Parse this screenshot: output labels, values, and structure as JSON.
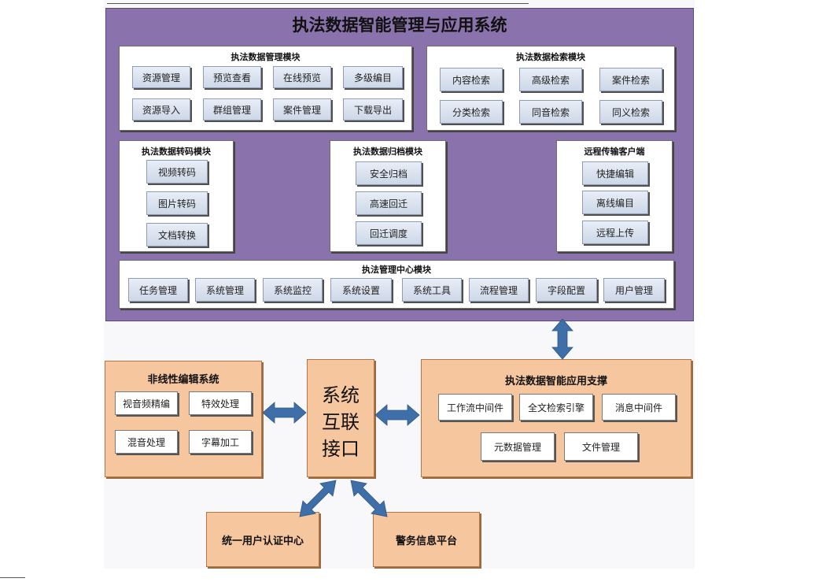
{
  "main_system": {
    "title": "执法数据智能管理与应用系统"
  },
  "modules": {
    "data_mgmt": {
      "title": "执法数据管理模块",
      "items": [
        "资源管理",
        "预览查看",
        "在线预览",
        "多级编目",
        "资源导入",
        "群组管理",
        "案件管理",
        "下载导出"
      ]
    },
    "data_search": {
      "title": "执法数据检索模块",
      "items": [
        "内容检索",
        "高级检索",
        "案件检索",
        "分类检索",
        "同音检索",
        "同义检索"
      ]
    },
    "data_transcode": {
      "title": "执法数据转码模块",
      "items": [
        "视频转码",
        "图片转码",
        "文档转换"
      ]
    },
    "data_archive": {
      "title": "执法数据归档模块",
      "items": [
        "安全归档",
        "高速回迁",
        "回迁调度"
      ]
    },
    "remote_client": {
      "title": "远程传输客户端",
      "items": [
        "快捷编辑",
        "离线编目",
        "远程上传"
      ]
    },
    "mgmt_center": {
      "title": "执法管理中心模块",
      "items": [
        "任务管理",
        "系统管理",
        "系统监控",
        "系统设置",
        "系统工具",
        "流程管理",
        "字段配置",
        "用户管理"
      ]
    }
  },
  "nonlinear": {
    "title": "非线性编辑系统",
    "items": [
      "视音频精编",
      "特效处理",
      "混音处理",
      "字幕加工"
    ]
  },
  "interconnect": {
    "title": "系统互联接口"
  },
  "app_support": {
    "title": "执法数据智能应用支撑",
    "items": [
      "工作流中间件",
      "全文检索引擎",
      "消息中间件",
      "元数据管理",
      "文件管理"
    ]
  },
  "auth_center": {
    "title": "统一用户认证中心"
  },
  "police_platform": {
    "title": "警务信息平台"
  },
  "colors": {
    "purple": "#8a72ad",
    "orange": "#f6c69e",
    "arrow": "#3f6fa8"
  }
}
